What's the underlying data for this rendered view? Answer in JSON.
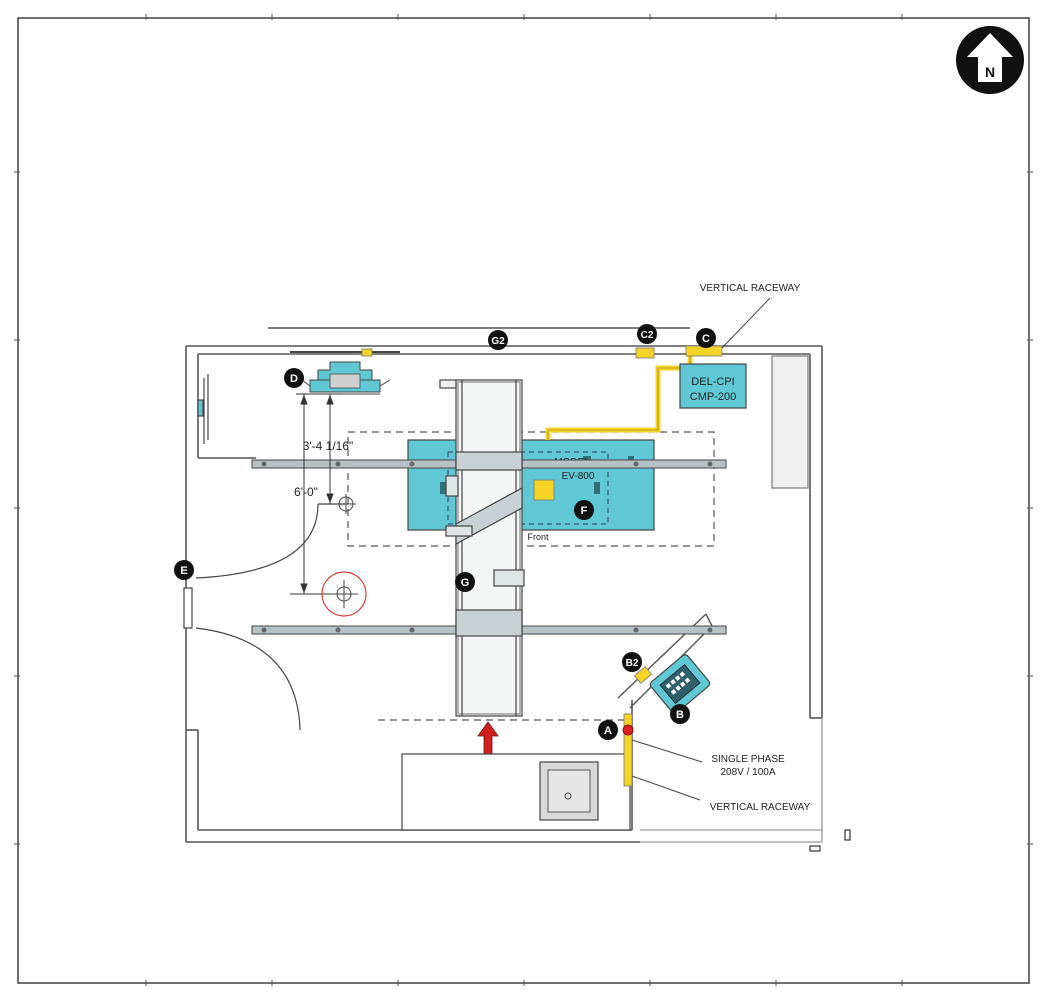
{
  "north_arrow": {
    "letter": "N"
  },
  "markers": {
    "A": "A",
    "B": "B",
    "B2": "B2",
    "C": "C",
    "C2": "C2",
    "D": "D",
    "E": "E",
    "F": "F",
    "G": "G",
    "G2": "G2"
  },
  "labels": {
    "vertical_raceway_top": "VERTICAL RACEWAY",
    "vertical_raceway_bottom": "VERTICAL RACEWAY",
    "del_cpi_line1": "DEL-CPI",
    "del_cpi_line2": "CMP-200",
    "model_line1": "MODEL",
    "model_line2": "EV-800",
    "front": "Front",
    "dim_1": "3'-4 1/16\"",
    "dim_2": "6'-0\"",
    "single_phase_line1": "SINGLE PHASE",
    "single_phase_line2": "208V / 100A"
  },
  "colors": {
    "equipment_fill": "#5fc8d4",
    "raceway_yellow": "#f5d327",
    "panel_red": "#e02020",
    "arrow_red": "#d11f1f",
    "marker_fill": "#111111",
    "sink_gray": "#d9d9d9"
  }
}
